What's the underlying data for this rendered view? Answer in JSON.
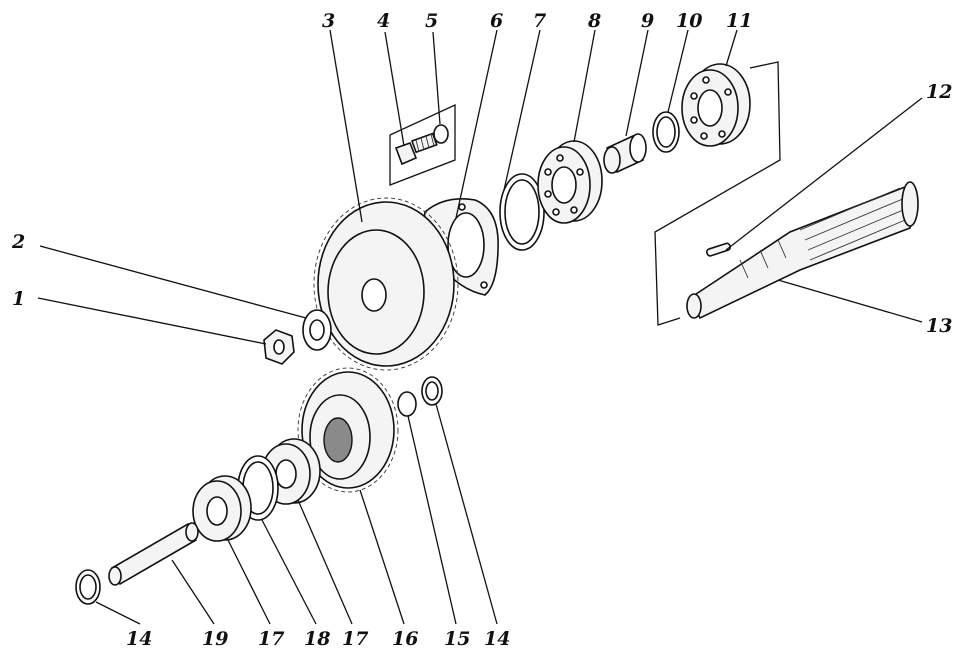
{
  "callouts": [
    "1",
    "2",
    "3",
    "4",
    "5",
    "6",
    "7",
    "8",
    "9",
    "10",
    "11",
    "12",
    "13",
    "14",
    "19",
    "17",
    "18",
    "17",
    "16",
    "15",
    "14"
  ],
  "colors": {
    "ink": "#111111",
    "fill": "#f4f4f4",
    "watermark": "#c8c8c8"
  }
}
